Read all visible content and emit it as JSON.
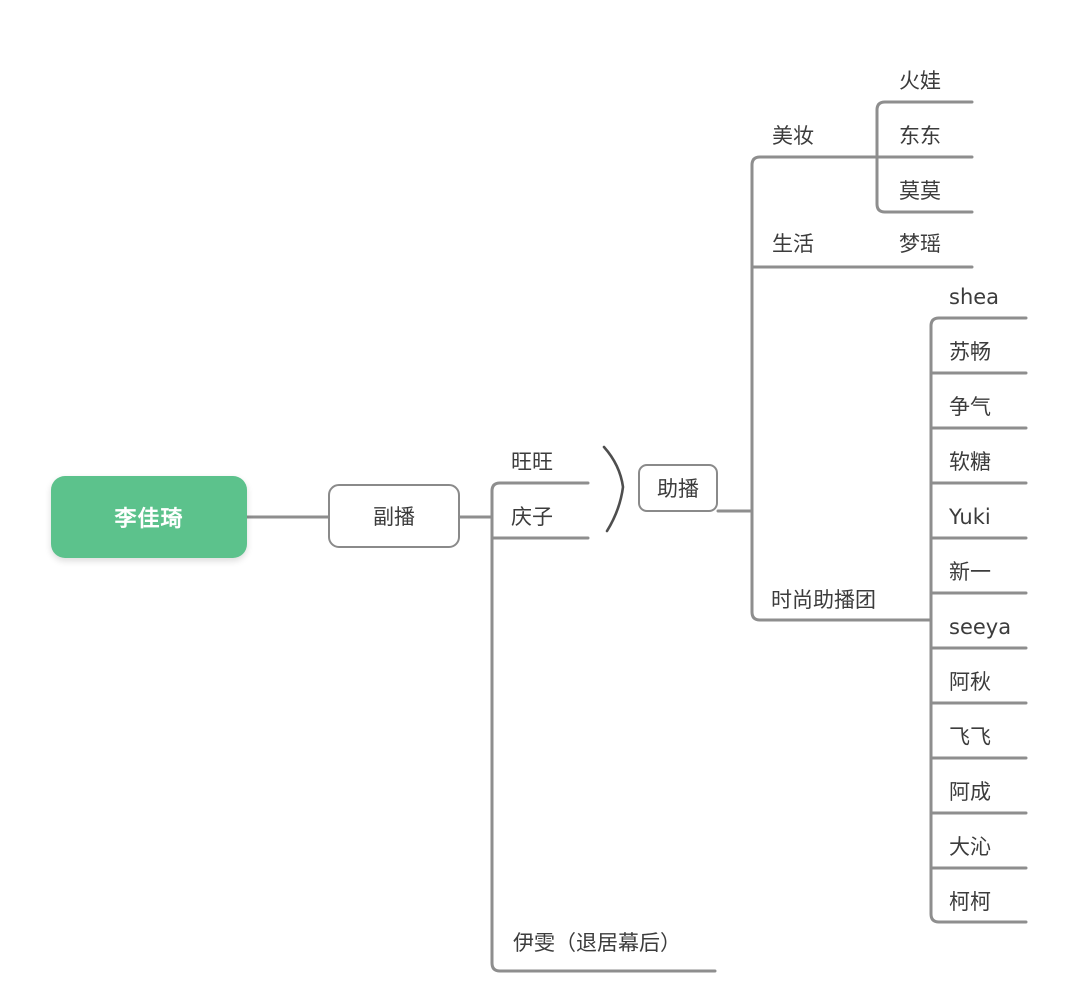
{
  "colors": {
    "root_bg": "#5CC28C",
    "root_text": "#FFFFFF",
    "line": "#8E8E8E",
    "brace": "#4E4E4E",
    "text": "#3C3C3C",
    "box_border": "#8A8A8A",
    "box_bg": "#FFFFFF"
  },
  "nodes": {
    "root": "李佳琦",
    "fubo": "副播",
    "zhubo": "助播",
    "wangwang": "旺旺",
    "qingzi": "庆子",
    "yiwen": "伊雯（退居幕后）",
    "meizhuang": "美妆",
    "shenghuo": "生活",
    "shishang": "时尚助播团",
    "beauty_members": [
      "火娃",
      "东东",
      "莫莫"
    ],
    "life_members": [
      "梦瑶"
    ],
    "fashion_members": [
      "shea",
      "苏畅",
      "争气",
      "软糖",
      "Yuki",
      "新一",
      "seeya",
      "阿秋",
      "飞飞",
      "阿成",
      "大沁",
      "柯柯"
    ]
  }
}
